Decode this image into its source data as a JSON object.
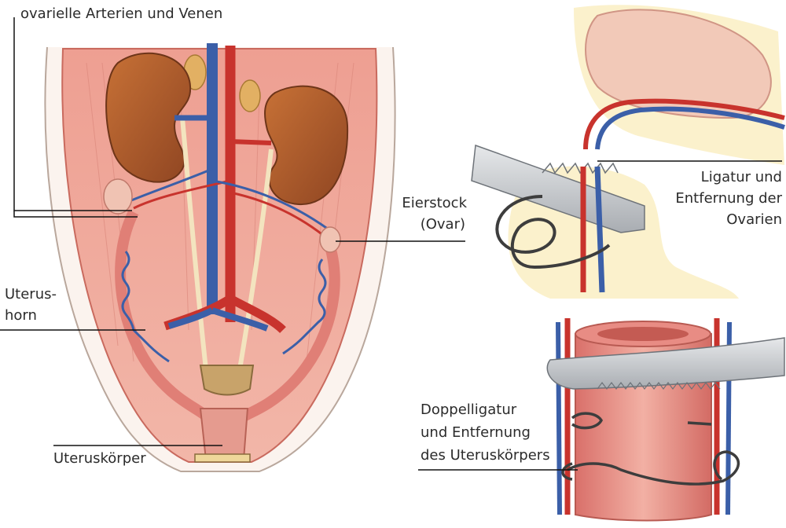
{
  "labels": {
    "ovarian_vessels": "ovarielle Arterien und Venen",
    "ovary_line1": "Eierstock",
    "ovary_line2": "(Ovar)",
    "uterine_horn_line1": "Uterus-",
    "uterine_horn_line2": "horn",
    "uterine_body": "Uteruskörper",
    "ligation_ovaries_line1": "Ligatur und",
    "ligation_ovaries_line2": "Entfernung der",
    "ligation_ovaries_line3": "Ovarien",
    "double_ligation_line1": "Doppelligatur",
    "double_ligation_line2": "und Entfernung",
    "double_ligation_line3": "des Uteruskörpers"
  },
  "colors": {
    "artery": "#c8332d",
    "vein": "#3b5fa8",
    "kidney": "#a8582c",
    "muscle": "#e89a8f",
    "tissue": "#f4c2b4",
    "fat": "#f7e6a8",
    "instrument": "#c9ccd0",
    "suture": "#3d3d3d",
    "leader_line": "#111111"
  }
}
